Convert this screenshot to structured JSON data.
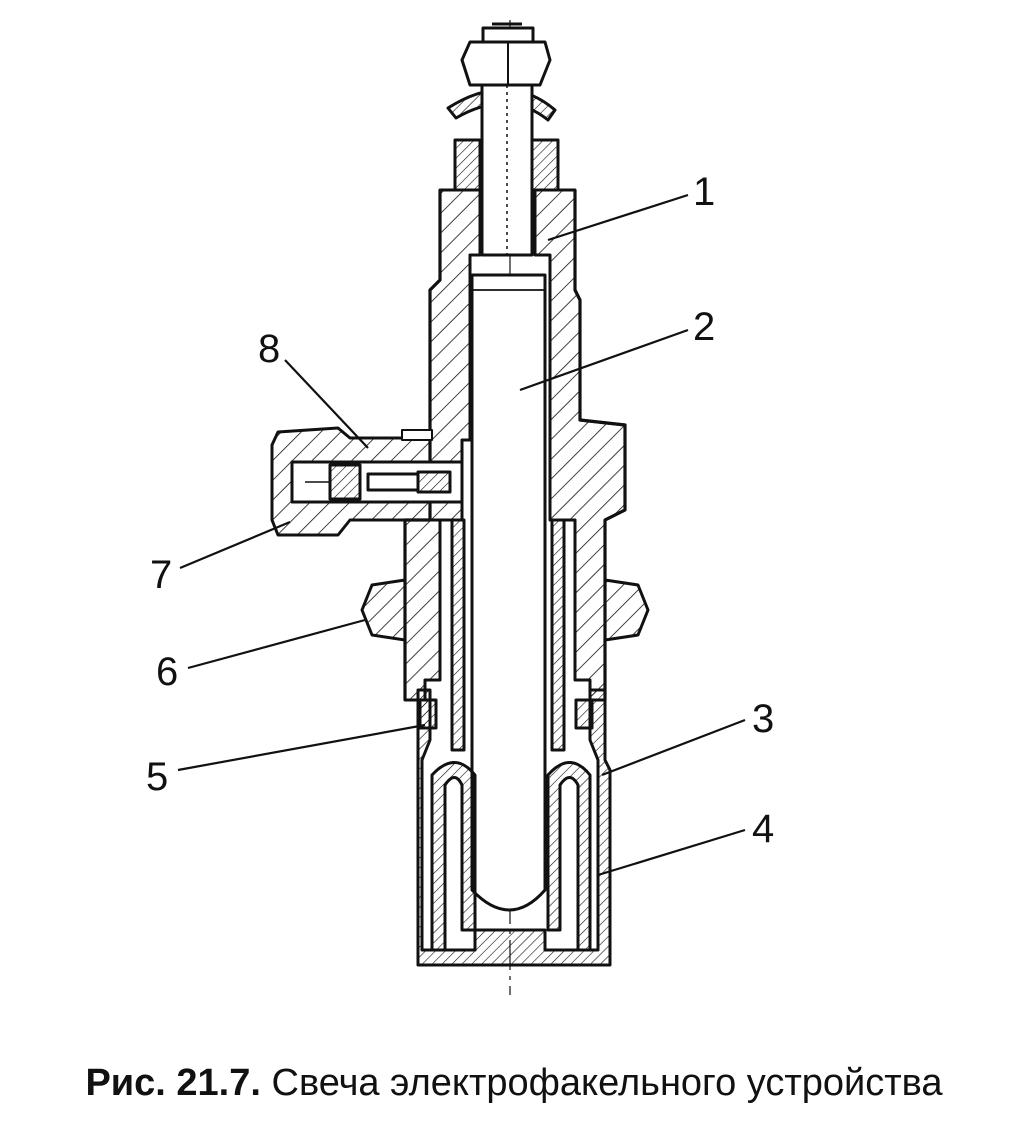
{
  "figure": {
    "caption_prefix": "Рис. 21.7.",
    "caption_text": " Свеча электрофакельного устройства"
  },
  "callouts": {
    "c1": "1",
    "c2": "2",
    "c3": "3",
    "c4": "4",
    "c5": "5",
    "c6": "6",
    "c7": "7",
    "c8": "8"
  },
  "colors": {
    "ink": "#111111",
    "paper": "#ffffff"
  }
}
